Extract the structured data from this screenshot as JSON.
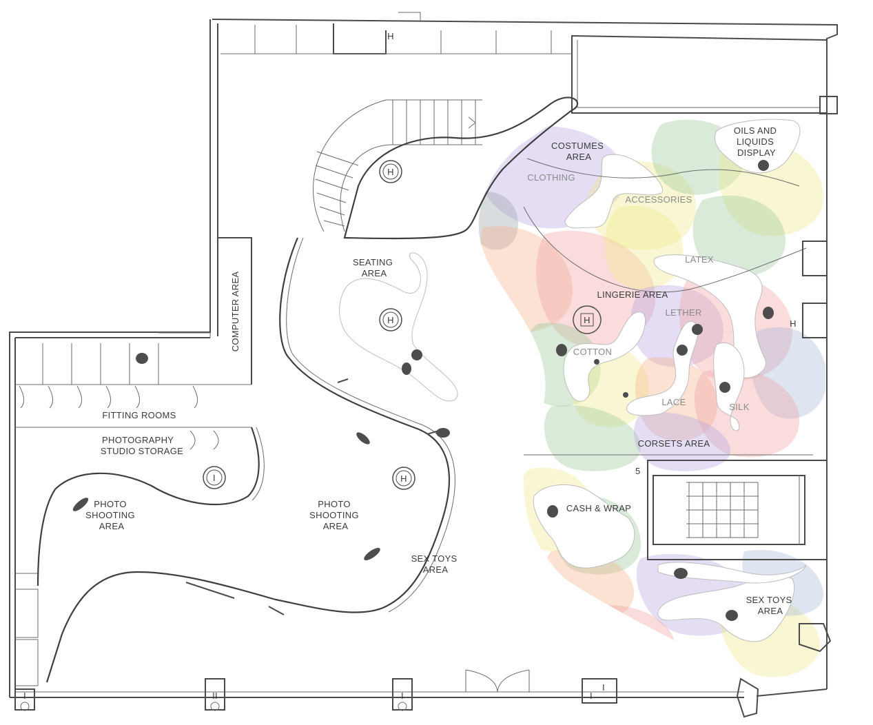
{
  "labels": {
    "costumes_area": [
      "COSTUMES",
      "AREA"
    ],
    "clothing": "CLOTHING",
    "accessories": "ACCESSORIES",
    "oils_display": [
      "OILS AND",
      "LIQUIDS",
      "DISPLAY"
    ],
    "seating_area": [
      "SEATING",
      "AREA"
    ],
    "latex": "LATEX",
    "lingerie_area": "LINGERIE AREA",
    "lether": "LETHER",
    "cotton": "COTTON",
    "lace": "LACE",
    "silk": "SILK",
    "corsets_area": "CORSETS AREA",
    "computer_area": "COMPUTER AREA",
    "fitting_rooms": "FITTING ROOMS",
    "photo_storage": [
      "PHOTOGRAPHY",
      "STUDIO STORAGE"
    ],
    "photo_shooting_left": [
      "PHOTO",
      "SHOOTING",
      "AREA"
    ],
    "photo_shooting_center": [
      "PHOTO",
      "SHOOTING",
      "AREA"
    ],
    "sex_toys_center": [
      "SEX TOYS",
      "AREA"
    ],
    "cash_wrap": "CASH & WRAP",
    "sex_toys_right": [
      "SEX TOYS",
      "AREA"
    ],
    "stair_number": "5"
  },
  "symbols": {
    "h_marker": "H",
    "i_marker": "I",
    "ii_marker": "II"
  },
  "colors": {
    "wall": "#4a4a4a",
    "figure": "#4d4d4d",
    "purple": "#b9a6e0",
    "yellow": "#f0ea8c",
    "green": "#9cc79a",
    "pink": "#f2a2a2",
    "orange": "#f4b48c",
    "blue": "#a8b8d8",
    "gray": "#9aa2ab"
  }
}
